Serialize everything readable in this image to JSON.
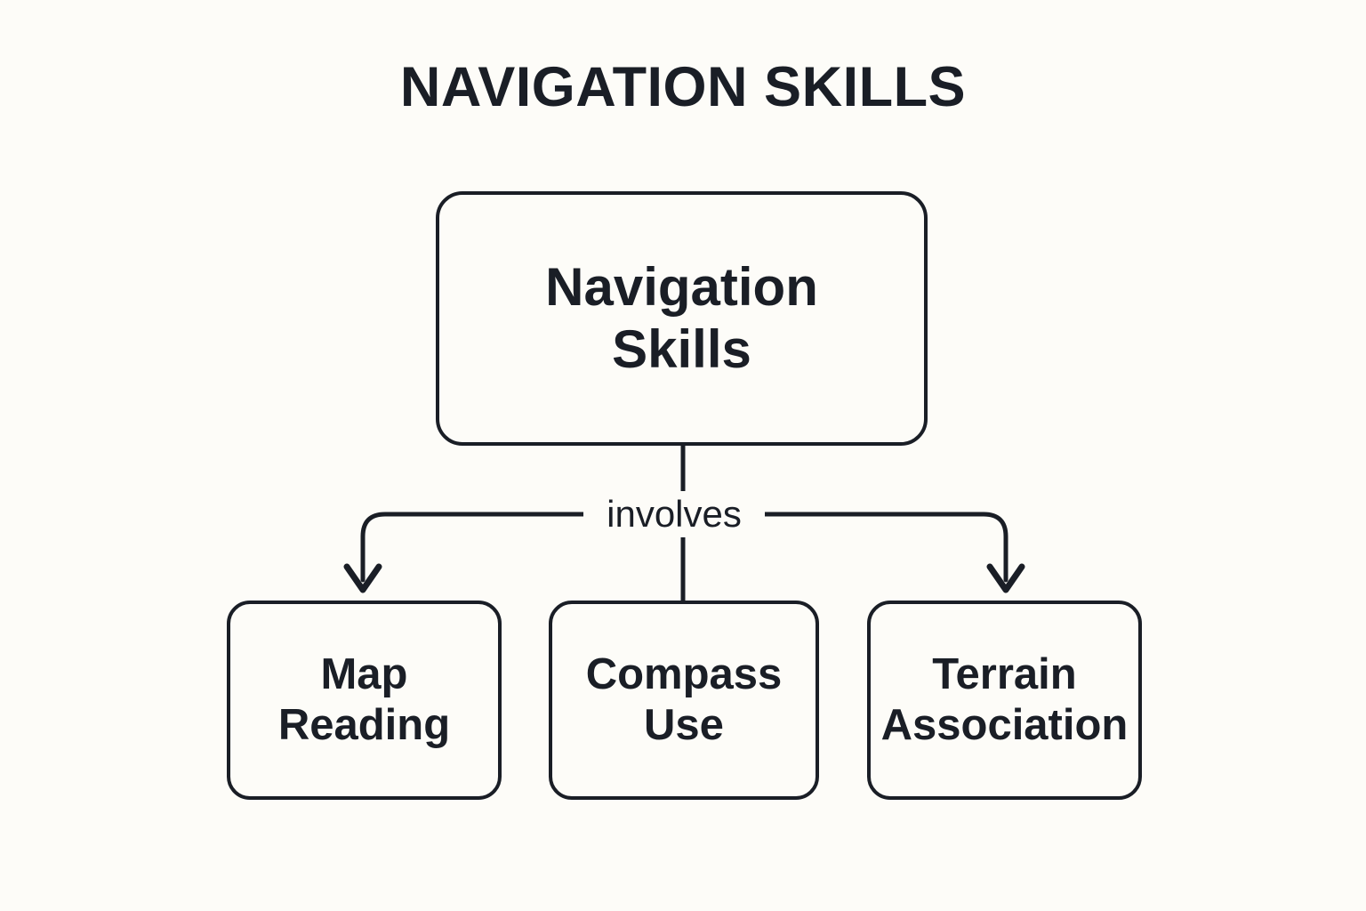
{
  "page": {
    "title": "NAVIGATION SKILLS",
    "background_color": "#fdfcf8",
    "stroke_color": "#1a1e26",
    "text_color": "#1a1e26"
  },
  "diagram": {
    "type": "flowchart",
    "orientation": "top-down",
    "root": {
      "id": "navigation-skills",
      "label": "Navigation\nSkills"
    },
    "edge_label": "involves",
    "children": [
      {
        "id": "map-reading",
        "label": "Map\nReading",
        "connector": "elbow-left",
        "arrowhead": true
      },
      {
        "id": "compass-use",
        "label": "Compass\nUse",
        "connector": "straight",
        "arrowhead": false
      },
      {
        "id": "terrain-association",
        "label": "Terrain\nAssociation",
        "connector": "elbow-right",
        "arrowhead": true
      }
    ]
  }
}
